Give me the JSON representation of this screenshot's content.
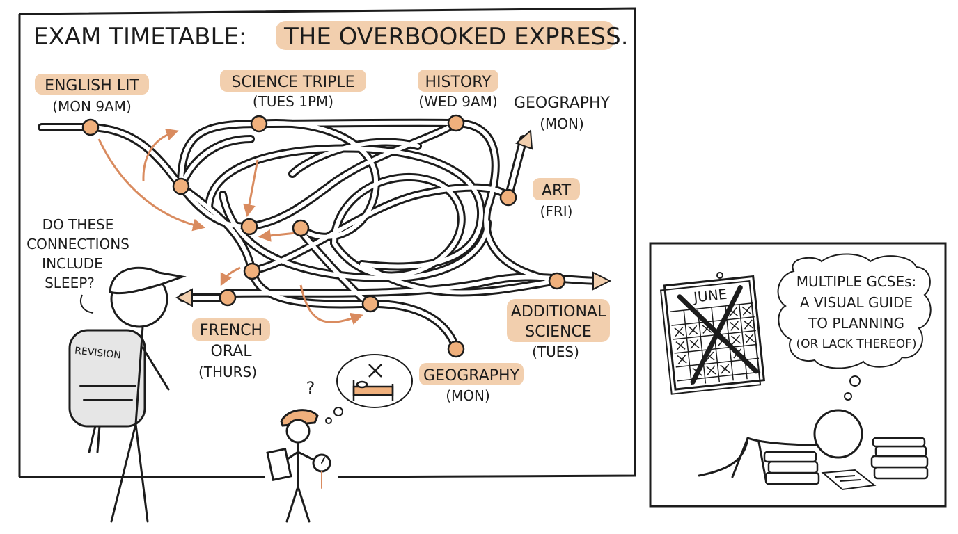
{
  "colors": {
    "ink": "#1c1c1c",
    "highlight": "#f2cfae",
    "station": "#f0b07c",
    "arrow": "#d98b5f",
    "track_fill": "#ffffff"
  },
  "left_panel": {
    "title_prefix": "EXAM TIMETABLE:",
    "title_highlight": "THE OVERBOOKED EXPRESS.",
    "stations": [
      {
        "name": "ENGLISH LIT",
        "time": "(MON 9AM)",
        "highlighted": true
      },
      {
        "name": "SCIENCE TRIPLE",
        "time": "(TUES 1PM)",
        "highlighted": true
      },
      {
        "name": "HISTORY",
        "time": "(WED 9AM)",
        "highlighted": true
      },
      {
        "name": "GEOGRAPHY",
        "time": "(MON)",
        "highlighted": false
      },
      {
        "name": "ART",
        "time": "(FRI)",
        "highlighted": true
      },
      {
        "name_lines": [
          "FRENCH",
          "ORAL"
        ],
        "time": "(THURS)",
        "highlighted": true
      },
      {
        "name": "GEOGRAPHY",
        "time": "(MON)",
        "highlighted": true
      },
      {
        "name_lines": [
          "ADDITIONAL",
          "SCIENCE"
        ],
        "time": "(TUES)",
        "highlighted": true
      }
    ],
    "student_speech": [
      "DO THESE",
      "CONNECTIONS",
      "INCLUDE",
      "SLEEP?"
    ],
    "backpack_label": "REVISION",
    "conductor_mark": "?",
    "conductor_thought_icon": "crossed-out-bed-icon"
  },
  "right_panel": {
    "calendar_month": "JUNE",
    "thought_lines": [
      "MULTIPLE GCSEs:",
      "A VISUAL GUIDE",
      "TO PLANNING",
      "(OR LACK THEREOF)"
    ]
  }
}
